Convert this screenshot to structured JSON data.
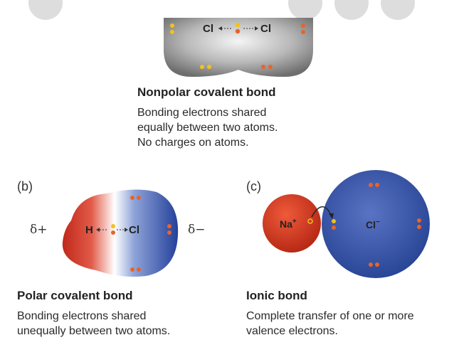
{
  "top_panel": {
    "bond_label": "Cl ◂‒‒‒◆‒‒‒▸ Cl",
    "atom_left": "Cl",
    "atom_right": "Cl",
    "title": "Nonpolar covalent bond",
    "desc_lines": [
      "Bonding electrons shared",
      "equally between two atoms.",
      "No charges on atoms."
    ]
  },
  "panel_b": {
    "letter": "(b)",
    "delta_plus": "δ+",
    "delta_minus": "δ−",
    "atom_left": "H",
    "atom_right": "Cl",
    "title": "Polar covalent bond",
    "desc_lines": [
      "Bonding electrons shared",
      "unequally  between two atoms."
    ]
  },
  "panel_c": {
    "letter": "(c)",
    "cation": "Na",
    "cation_charge": "+",
    "anion": "Cl",
    "anion_charge": "−",
    "title": "Ionic bond",
    "desc_lines": [
      "Complete transfer of one or more",
      "valence electrons."
    ]
  },
  "colors": {
    "electron_orange": "#e8632a",
    "electron_yellow": "#f2c21b",
    "blue_atom": "#3a55a4",
    "red_atom": "#d8321e",
    "gray_atom": "#9a9a9a"
  }
}
